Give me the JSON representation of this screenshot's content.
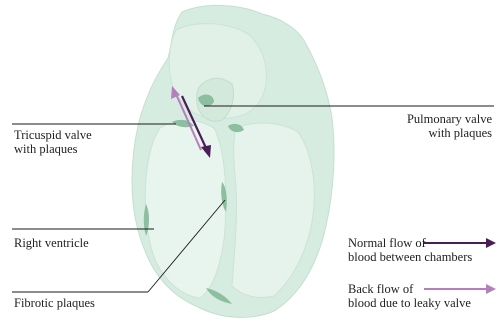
{
  "labels": {
    "tricuspid_line1": "Tricuspid valve",
    "tricuspid_line2": "with plaques",
    "pulmonary_line1": "Pulmonary valve",
    "pulmonary_line2": "with plaques",
    "right_ventricle": "Right ventricle",
    "fibrotic": "Fibrotic plaques"
  },
  "legend": {
    "normal_line1": "Normal flow of",
    "normal_line2": "blood between chambers",
    "back_line1": "Back flow of",
    "back_line2": "blood due to leaky valve"
  },
  "colors": {
    "heart_fill": "#dbeee4",
    "heart_inner": "#e9f5ef",
    "heart_outline": "#c7e2d4",
    "plaque": "#8cbf9f",
    "normal_arrow": "#4a1d57",
    "back_arrow": "#b47fbd",
    "leader_line": "#1a1a1a"
  }
}
